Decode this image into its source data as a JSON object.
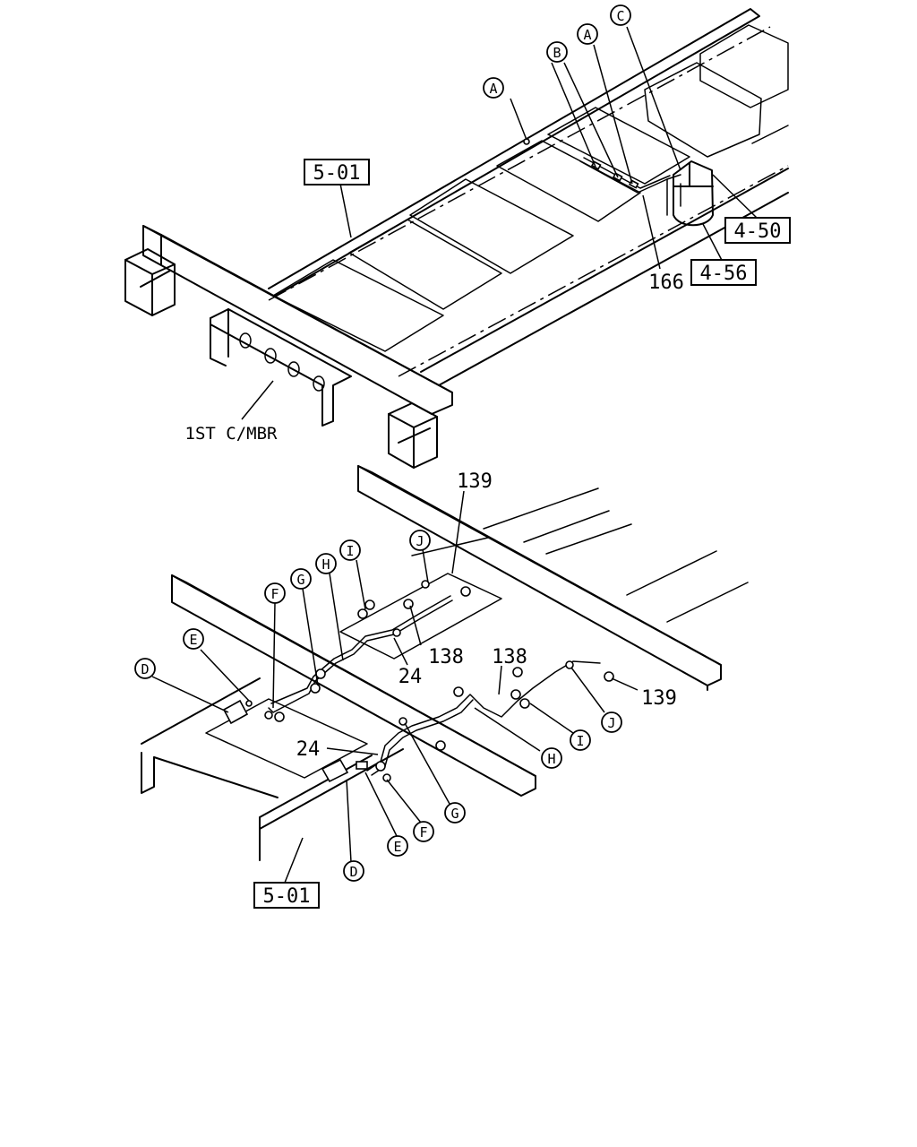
{
  "top_view": {
    "ref_frame": "5-01",
    "ref_tank_a": "4-50",
    "ref_tank_b": "4-56",
    "part_pipe": "166",
    "crossmember": "1ST C/MBR",
    "clip_a1": "A",
    "clip_a2": "A",
    "clip_b": "B",
    "clip_c": "C"
  },
  "bottom_view": {
    "ref_frame": "5-01",
    "part_139_top": "139",
    "part_139_right": "139",
    "part_138_left": "138",
    "part_138_right": "138",
    "part_24_upper": "24",
    "part_24_lower": "24",
    "left_side": {
      "d": "D",
      "e": "E",
      "f": "F",
      "g": "G",
      "h": "H",
      "i": "I",
      "j": "J"
    },
    "right_side": {
      "d": "D",
      "e": "E",
      "f": "F",
      "g": "G",
      "h": "H",
      "i": "I",
      "j": "J"
    }
  }
}
